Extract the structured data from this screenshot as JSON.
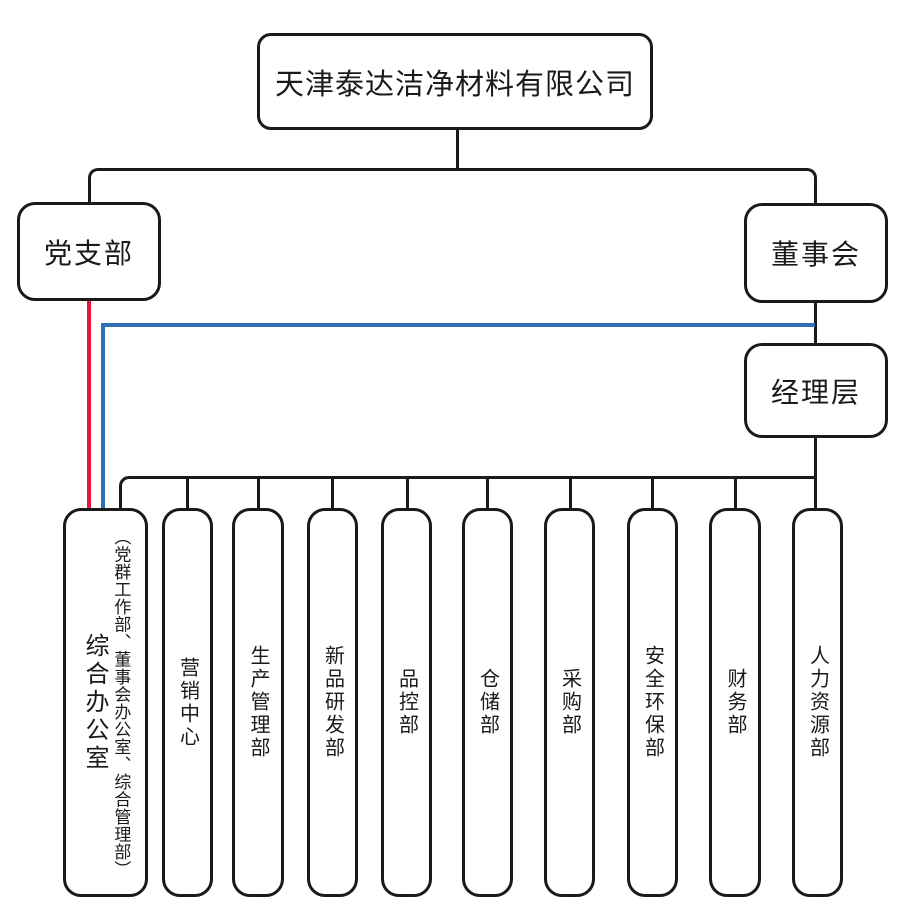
{
  "org": {
    "root": {
      "label": "天津泰达洁净材料有限公司"
    },
    "party": {
      "label": "党支部"
    },
    "board": {
      "label": "董事会"
    },
    "management": {
      "label": "经理层"
    },
    "departments": [
      {
        "label": "综合办公室",
        "sublabel": "（党群工作部、董事会办公室、综合管理部）"
      },
      {
        "label": "营销中心"
      },
      {
        "label": "生产管理部"
      },
      {
        "label": "新品研发部"
      },
      {
        "label": "品控部"
      },
      {
        "label": "仓储部"
      },
      {
        "label": "采购部"
      },
      {
        "label": "安全环保部"
      },
      {
        "label": "财务部"
      },
      {
        "label": "人力资源部"
      }
    ],
    "edges": [
      {
        "from": "天津泰达洁净材料有限公司",
        "to": "党支部",
        "color": "#1a1a1a"
      },
      {
        "from": "天津泰达洁净材料有限公司",
        "to": "董事会",
        "color": "#1a1a1a"
      },
      {
        "from": "董事会",
        "to": "经理层",
        "color": "#1a1a1a"
      },
      {
        "from": "党支部",
        "to": "综合办公室",
        "color": "#e5173f"
      },
      {
        "from": "董事会",
        "to": "综合办公室",
        "color": "#2e70b8"
      },
      {
        "from": "经理层",
        "to": "综合办公室",
        "color": "#1a1a1a"
      },
      {
        "from": "经理层",
        "to": "营销中心",
        "color": "#1a1a1a"
      },
      {
        "from": "经理层",
        "to": "生产管理部",
        "color": "#1a1a1a"
      },
      {
        "from": "经理层",
        "to": "新品研发部",
        "color": "#1a1a1a"
      },
      {
        "from": "经理层",
        "to": "品控部",
        "color": "#1a1a1a"
      },
      {
        "from": "经理层",
        "to": "仓储部",
        "color": "#1a1a1a"
      },
      {
        "from": "经理层",
        "to": "采购部",
        "color": "#1a1a1a"
      },
      {
        "from": "经理层",
        "to": "安全环保部",
        "color": "#1a1a1a"
      },
      {
        "from": "经理层",
        "to": "财务部",
        "color": "#1a1a1a"
      },
      {
        "from": "经理层",
        "to": "人力资源部",
        "color": "#1a1a1a"
      }
    ],
    "colors": {
      "line": "#1a1a1a",
      "party_connector": "#e5173f",
      "board_connector": "#2e70b8",
      "background": "#ffffff"
    }
  }
}
